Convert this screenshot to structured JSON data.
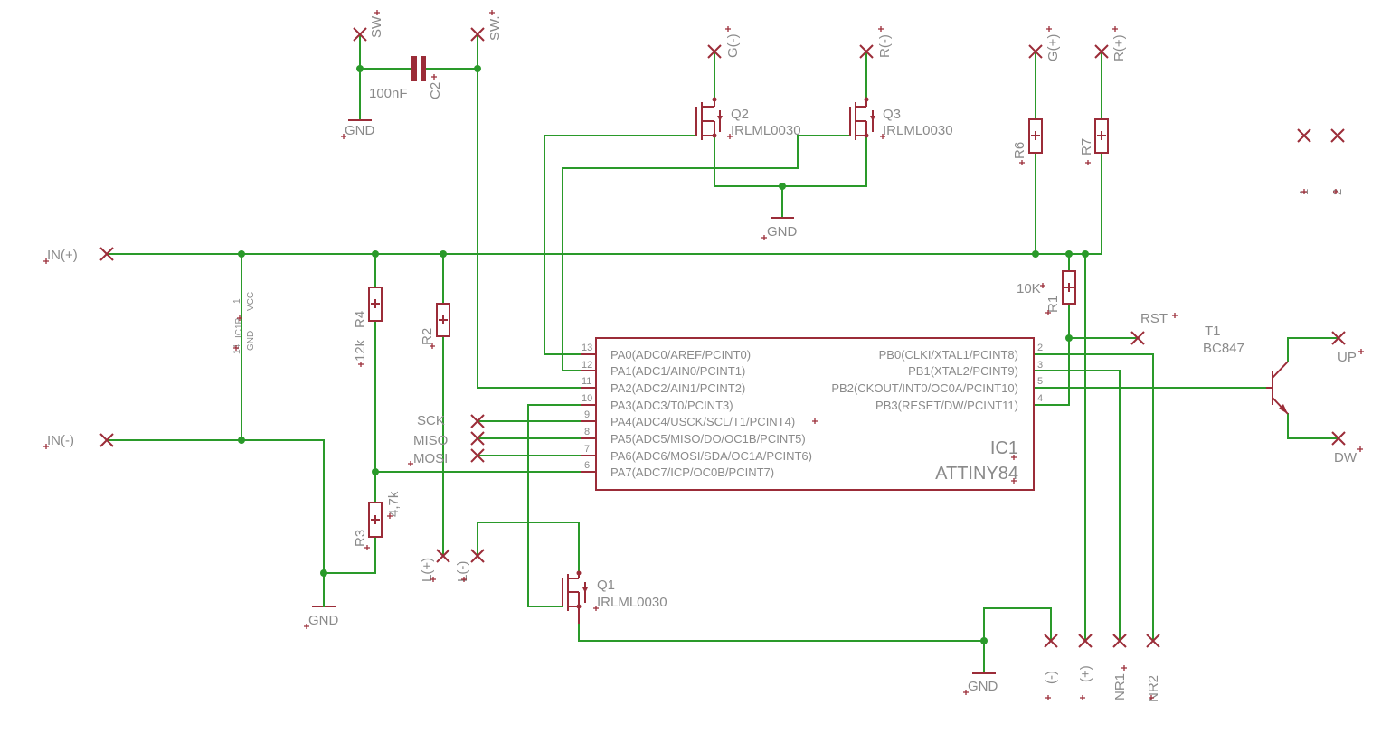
{
  "labels": {
    "in_plus": "IN(+)",
    "in_minus": "IN(-)",
    "sw1": "SW",
    "sw2": "SW.",
    "c2_name": "C2",
    "c2_value": "100nF",
    "gnd": "GND",
    "g_minus": "G(-)",
    "r_minus": "R(-)",
    "g_plus": "G(+)",
    "r_plus": "R(+)",
    "q1": "Q1",
    "q2": "Q2",
    "q3": "Q3",
    "q_part": "IRLML0030",
    "r1": "R1",
    "r1_value": "10K",
    "r2": "R2",
    "r3": "R3",
    "r3_value": "4,7k",
    "r4": "R4",
    "r4_value": "12k",
    "r6": "R6",
    "r7": "R7",
    "rst": "RST",
    "t1": "T1",
    "t1_part": "BC847",
    "up": "UP",
    "dw": "DW",
    "sck": "SCK",
    "miso": "MISO",
    "mosi": "MOSI",
    "l_plus": "L(+)",
    "l_minus": "L(-)",
    "minus": "(-)",
    "plus": "(+)",
    "nr1": "NR1",
    "nr2": "NR2",
    "one": "1",
    "two": "2",
    "ic1": "IC1",
    "attiny": "ATTINY84",
    "pwr_vcc": "VCC",
    "pwr_gnd": "GND",
    "pwr_name": "IC1P",
    "pwr_pin14": "14",
    "pwr_pin1": "1"
  },
  "ic_left_pins": [
    {
      "num": "13",
      "name": "PA0(ADC0/AREF/PCINT0)"
    },
    {
      "num": "12",
      "name": "PA1(ADC1/AIN0/PCINT1)"
    },
    {
      "num": "11",
      "name": "PA2(ADC2/AIN1/PCINT2)"
    },
    {
      "num": "10",
      "name": "PA3(ADC3/T0/PCINT3)"
    },
    {
      "num": "9",
      "name": "PA4(ADC4/USCK/SCL/T1/PCINT4)"
    },
    {
      "num": "8",
      "name": "PA5(ADC5/MISO/DO/OC1B/PCINT5)"
    },
    {
      "num": "7",
      "name": "PA6(ADC6/MOSI/SDA/OC1A/PCINT6)"
    },
    {
      "num": "6",
      "name": "PA7(ADC7/ICP/OC0B/PCINT7)"
    }
  ],
  "ic_right_pins": [
    {
      "num": "2",
      "name": "PB0(CLKI/XTAL1/PCINT8)"
    },
    {
      "num": "3",
      "name": "PB1(XTAL2/PCINT9)"
    },
    {
      "num": "5",
      "name": "PB2(CKOUT/INT0/OC0A/PCINT10)"
    },
    {
      "num": "4",
      "name": "PB3(RESET/DW/PCINT11)"
    }
  ],
  "colors": {
    "wire": "#2a9a2a",
    "part": "#9b2c38",
    "text": "#8a8a8a"
  }
}
